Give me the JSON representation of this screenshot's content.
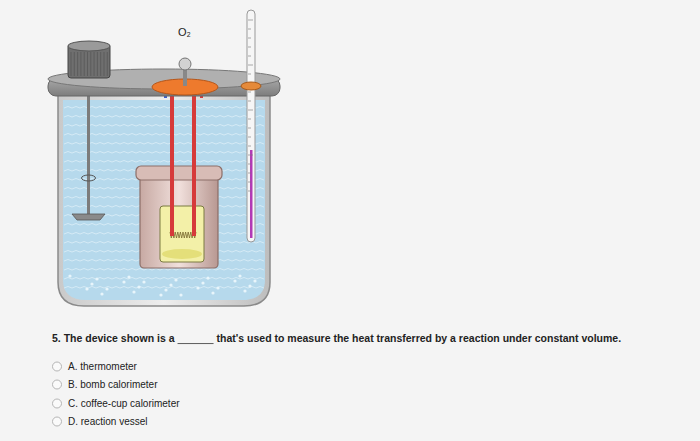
{
  "diagram": {
    "labels": [
      "O₂",
      "5. The device shown is a",
      "that's used to measure the heat transferred by a reaction under constant volume.",
      "A. thermometer",
      "B. bomb calorimeter",
      "C. coffee-cup calorimeter",
      "D. reaction vessel"
    ]
  }
}
